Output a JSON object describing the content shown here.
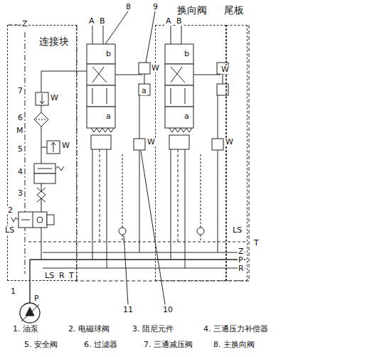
{
  "diagram": {
    "nodes": [
      {
        "text": [
          "连接块"
        ]
      },
      {
        "text": [
          "换向阀"
        ]
      },
      {
        "text": [
          "尾板"
        ]
      }
    ],
    "labels": [
      "Z",
      "A",
      "B",
      "8",
      "9",
      "A",
      "B",
      "7",
      "6",
      "M",
      "5",
      "4",
      "3",
      "2",
      "LS",
      "1",
      "P",
      "LS",
      "R",
      "T",
      "LS",
      "T",
      "Z",
      "P",
      "R",
      "11",
      "10",
      "b",
      "a",
      "b",
      "a",
      "a",
      "W",
      "W",
      "W",
      "W",
      "W",
      "W",
      "1. 油泵",
      "2. 电磁球阀",
      "3. 阻尼元件",
      "4. 三通压力补偿器",
      "5. 安全阀",
      "6. 过滤器",
      "7. 三通减压阀",
      "8. 主换向阀"
    ]
  }
}
